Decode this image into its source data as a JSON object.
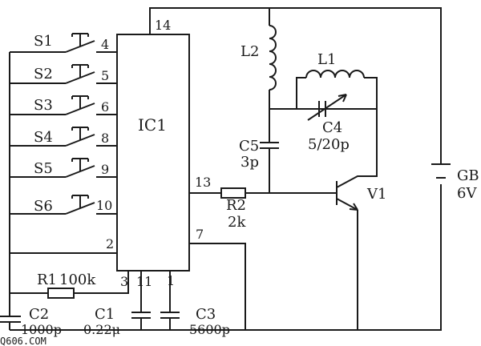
{
  "ic": {
    "name": "IC1",
    "pins": {
      "p14": "14",
      "p4": "4",
      "p5": "5",
      "p6": "6",
      "p8": "8",
      "p9": "9",
      "p10": "10",
      "p2": "2",
      "p3": "3",
      "p11": "11",
      "p1": "1",
      "p7": "7",
      "p13": "13"
    }
  },
  "switches": [
    {
      "label": "S1",
      "pin": "4"
    },
    {
      "label": "S2",
      "pin": "5"
    },
    {
      "label": "S3",
      "pin": "6"
    },
    {
      "label": "S4",
      "pin": "8"
    },
    {
      "label": "S5",
      "pin": "9"
    },
    {
      "label": "S6",
      "pin": "10"
    }
  ],
  "components": {
    "r1": {
      "name": "R1",
      "value": "100k"
    },
    "r2": {
      "name": "R2",
      "value": "2k"
    },
    "c1": {
      "name": "C1",
      "value": "0.22μ"
    },
    "c2": {
      "name": "C2",
      "value": "1000p"
    },
    "c3": {
      "name": "C3",
      "value": "5600p"
    },
    "c4": {
      "name": "C4",
      "value": "5/20p"
    },
    "c5": {
      "name": "C5",
      "value": "3p"
    },
    "l1": {
      "name": "L1"
    },
    "l2": {
      "name": "L2"
    },
    "v1": {
      "name": "V1"
    },
    "gb": {
      "name": "GB",
      "value": "6V"
    }
  },
  "watermark": "Q606.COM"
}
